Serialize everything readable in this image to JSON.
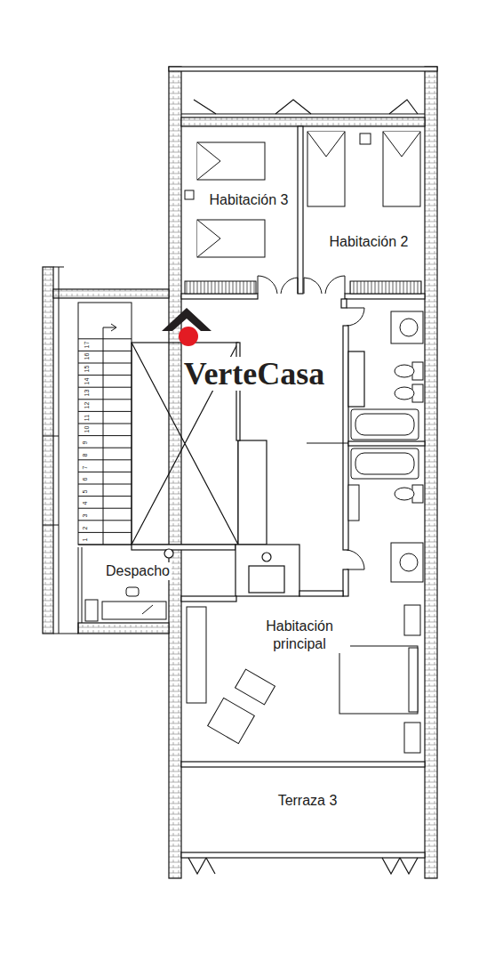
{
  "diagram": {
    "nodes": [
      {
        "text": [
          "Habitación 3"
        ]
      },
      {
        "text": [
          "Habitación 2"
        ]
      },
      {
        "text": [
          "Despacho"
        ]
      },
      {
        "text": [
          "Habitación principal"
        ]
      },
      {
        "text": [
          "Terraza 3"
        ]
      }
    ],
    "labels": [
      "1",
      "2",
      "3",
      "4",
      "5",
      "6",
      "7",
      "8",
      "9",
      "10",
      "11",
      "12",
      "13",
      "14",
      "15",
      "16",
      "17",
      "VerteCasa"
    ]
  }
}
